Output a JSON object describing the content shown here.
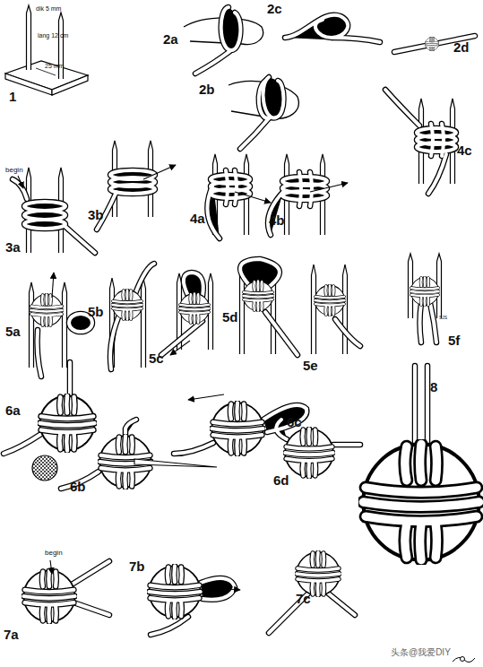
{
  "diagram": {
    "labels": [
      "1",
      "dik 5 mm",
      "lang 12 cm",
      "25 mm",
      "2a",
      "2b",
      "2c",
      "2d",
      "begin",
      "3a",
      "3b",
      "4a",
      "4b",
      "4c",
      "5a",
      "5b",
      "5c",
      "5d",
      "5e",
      "5f",
      "SJS",
      "6a",
      "6b",
      "6c",
      "6d",
      "begin",
      "7a",
      "7b",
      "7c",
      "8",
      "头条@我爱DIY"
    ]
  }
}
